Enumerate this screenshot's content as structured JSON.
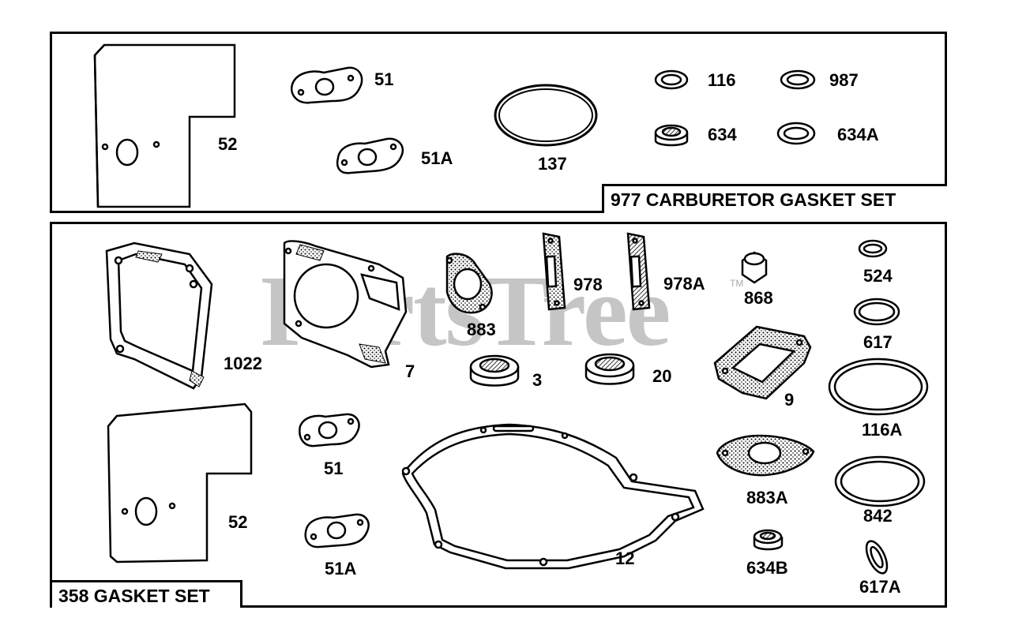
{
  "watermark": {
    "text": "PartsTree",
    "tm": "TM"
  },
  "carburetor_panel": {
    "kit_label": "977 CARBURETOR GASKET SET",
    "parts": {
      "p52": "52",
      "p51": "51",
      "p51a": "51A",
      "p137": "137",
      "p116": "116",
      "p987": "987",
      "p634": "634",
      "p634a": "634A"
    }
  },
  "gasket_panel": {
    "kit_label": "358 GASKET SET",
    "parts": {
      "p1022": "1022",
      "p7": "7",
      "p883": "883",
      "p978": "978",
      "p978a": "978A",
      "p868": "868",
      "p524": "524",
      "p617": "617",
      "p3": "3",
      "p20": "20",
      "p9": "9",
      "p116a": "116A",
      "p52": "52",
      "p51": "51",
      "p51a": "51A",
      "p12": "12",
      "p883a": "883A",
      "p842": "842",
      "p634b": "634B",
      "p617a": "617A"
    }
  }
}
